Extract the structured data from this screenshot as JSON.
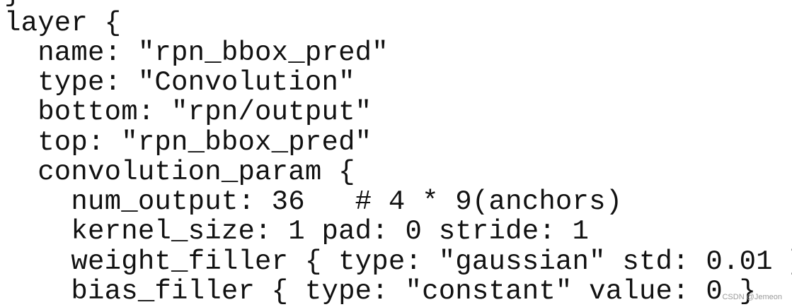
{
  "code": {
    "lines": [
      "}",
      "layer {",
      "  name: \"rpn_bbox_pred\"",
      "  type: \"Convolution\"",
      "  bottom: \"rpn/output\"",
      "  top: \"rpn_bbox_pred\"",
      "  convolution_param {",
      "    num_output: 36   # 4 * 9(anchors)",
      "    kernel_size: 1 pad: 0 stride: 1",
      "    weight_filler { type: \"gaussian\" std: 0.01 }",
      "    bias_filler { type: \"constant\" value: 0 }"
    ]
  },
  "watermark": "CSDN @Jemeon"
}
